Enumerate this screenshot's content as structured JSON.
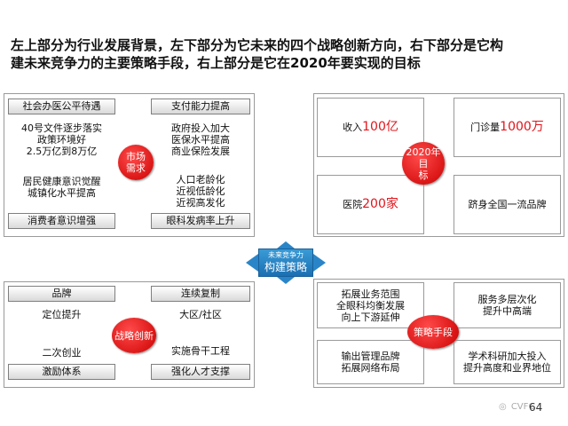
{
  "title_line1": "左上部分为行业发展背景，左下部分为它未来的四个战略创新方向，右下部分是它构",
  "title_line2": "建未来竞争力的主要策略手段，右上部分是它在2020年要实现的目标",
  "tl": {
    "h1": "社会办医公平待遇",
    "t1": [
      "40号文件逐步落实",
      "政策环境好",
      "2.5万亿到8万亿"
    ],
    "h2": "支付能力提高",
    "t2": [
      "政府投入加大",
      "医保水平提高",
      "商业保险发展"
    ],
    "t3": [
      "居民健康意识觉醒",
      "城镇化水平提高"
    ],
    "h3": "消费者意识增强",
    "t4": [
      "人口老龄化",
      "近视低龄化",
      "近视高发化"
    ],
    "h4": "眼科发病率上升",
    "circle": [
      "市场",
      "需求"
    ]
  },
  "tr": {
    "b1_pre": "收入",
    "b1_val": "100亿",
    "b2_pre": "门诊量",
    "b2_val": "1000万",
    "b3_pre": "医院",
    "b3_val": "200家",
    "b4": "跻身全国一流品牌",
    "circle": [
      "2020年目",
      "标"
    ]
  },
  "bl": {
    "h1": "品牌",
    "t1": "定位提升",
    "h2": "连续复制",
    "t2": "大区/社区",
    "t3": "二次创业",
    "h3": "激励体系",
    "t4": "实施骨干工程",
    "h4": "强化人才支撑",
    "circle": "战略创新"
  },
  "br": {
    "b1": [
      "拓展业务范围",
      "全眼科均衡发展",
      "向上下游延伸"
    ],
    "b2": [
      "服务多层次化",
      "提升中高端"
    ],
    "b3": [
      "输出管理品牌",
      "拓展网络布局"
    ],
    "b4": [
      "学术科研加大投入",
      "提升高度和业界地位"
    ],
    "circle": "策略手段"
  },
  "center": {
    "small": "未来竞争力",
    "big": "构建策略"
  },
  "watermark": "CVFC",
  "page_number": "64",
  "colors": {
    "accent_red": "#e0151b",
    "circle_red": "#cc0000",
    "center_blue": "#1a6fb2"
  }
}
